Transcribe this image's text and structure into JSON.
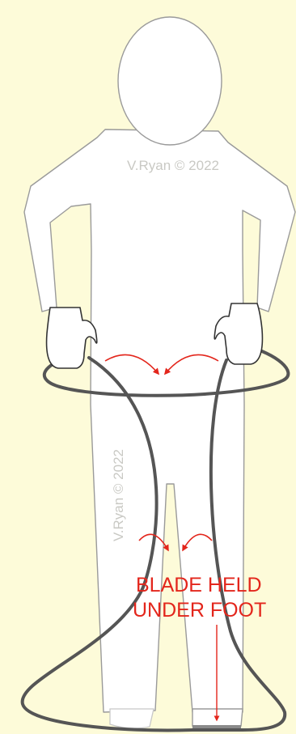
{
  "watermarks": {
    "chest": "V.Ryan © 2022",
    "leg": "V.Ryan © 2022"
  },
  "annotation": {
    "line1": "BLADE HELD",
    "line2": "UNDER FOOT"
  },
  "colors": {
    "background": "#fdfbd9",
    "figure_fill": "#ffffff",
    "figure_outline": "#9a9a9a",
    "blade": "#555555",
    "arrow": "#e3261c",
    "watermark": "#c9c9c4",
    "foot_plate": "#8a8a8a"
  }
}
